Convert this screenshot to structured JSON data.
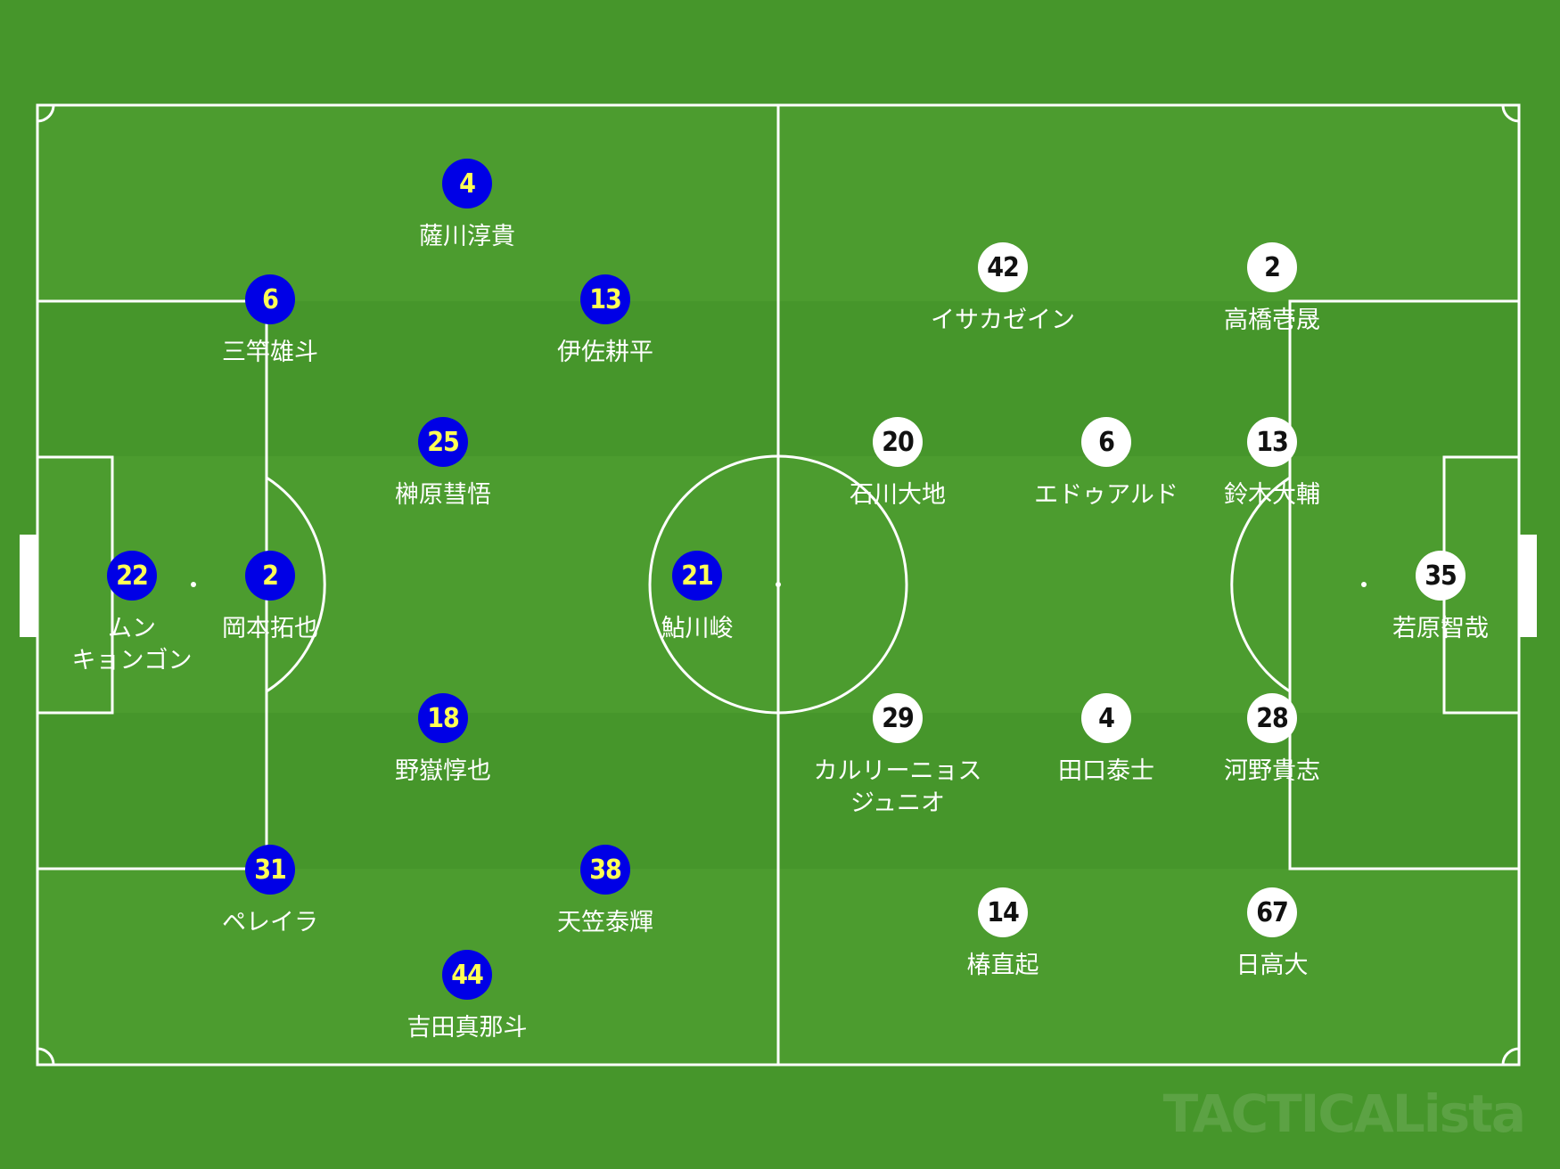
{
  "colors": {
    "grass_dark": "#46962b",
    "grass_light": "#4c9c2f",
    "lines": "#ffffff",
    "home_marker": "#0000e6",
    "home_number": "#ffff55",
    "away_marker": "#ffffff",
    "away_number": "#111111"
  },
  "watermark": "TACTICALista",
  "home_team": {
    "players": [
      {
        "number": "22",
        "name": "ムン\nキョンゴン"
      },
      {
        "number": "2",
        "name": "岡本拓也"
      },
      {
        "number": "6",
        "name": "三竿雄斗"
      },
      {
        "number": "31",
        "name": "ペレイラ"
      },
      {
        "number": "4",
        "name": "薩川淳貴"
      },
      {
        "number": "25",
        "name": "榊原彗悟"
      },
      {
        "number": "18",
        "name": "野嶽惇也"
      },
      {
        "number": "44",
        "name": "吉田真那斗"
      },
      {
        "number": "13",
        "name": "伊佐耕平"
      },
      {
        "number": "38",
        "name": "天笠泰輝"
      },
      {
        "number": "21",
        "name": "鮎川峻"
      }
    ]
  },
  "away_team": {
    "players": [
      {
        "number": "35",
        "name": "若原智哉"
      },
      {
        "number": "2",
        "name": "高橋壱晟"
      },
      {
        "number": "13",
        "name": "鈴木大輔"
      },
      {
        "number": "28",
        "name": "河野貴志"
      },
      {
        "number": "67",
        "name": "日高大"
      },
      {
        "number": "42",
        "name": "イサカゼイン"
      },
      {
        "number": "6",
        "name": "エドゥアルド"
      },
      {
        "number": "4",
        "name": "田口泰士"
      },
      {
        "number": "14",
        "name": "椿直起"
      },
      {
        "number": "20",
        "name": "石川大地"
      },
      {
        "number": "29",
        "name": "カルリーニョス\nジュニオ"
      }
    ]
  }
}
